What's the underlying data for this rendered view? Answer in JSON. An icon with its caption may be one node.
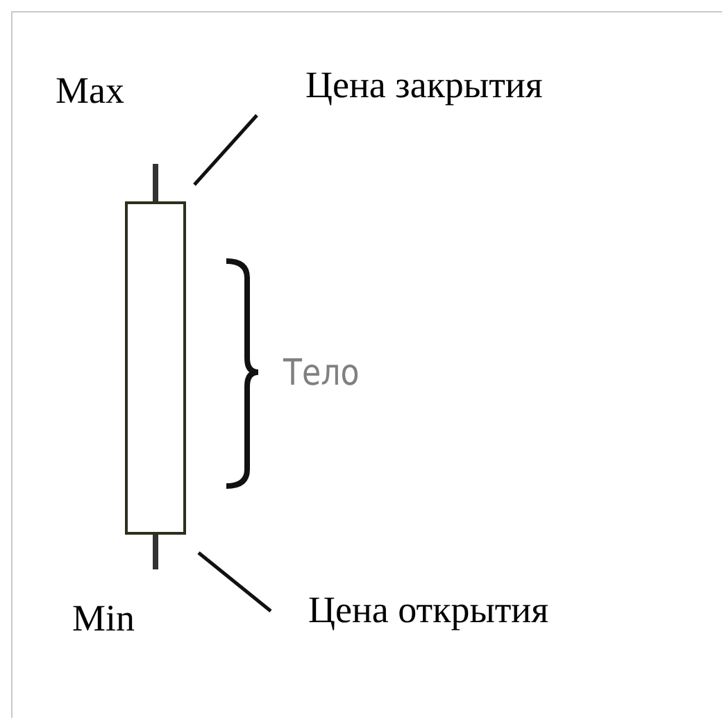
{
  "diagram": {
    "nodes": [
      {
        "text": [
          "Цена закрытия"
        ]
      },
      {
        "text": [],
        "shape": "bar"
      },
      {
        "text": [
          "Цена открытия"
        ]
      }
    ],
    "edges": [
      {
        "from": 0,
        "to": 1,
        "arrow": "none"
      },
      {
        "from": 2,
        "to": 1,
        "arrow": "none"
      }
    ],
    "labels": [
      "Max",
      "Тело",
      "Min"
    ]
  }
}
